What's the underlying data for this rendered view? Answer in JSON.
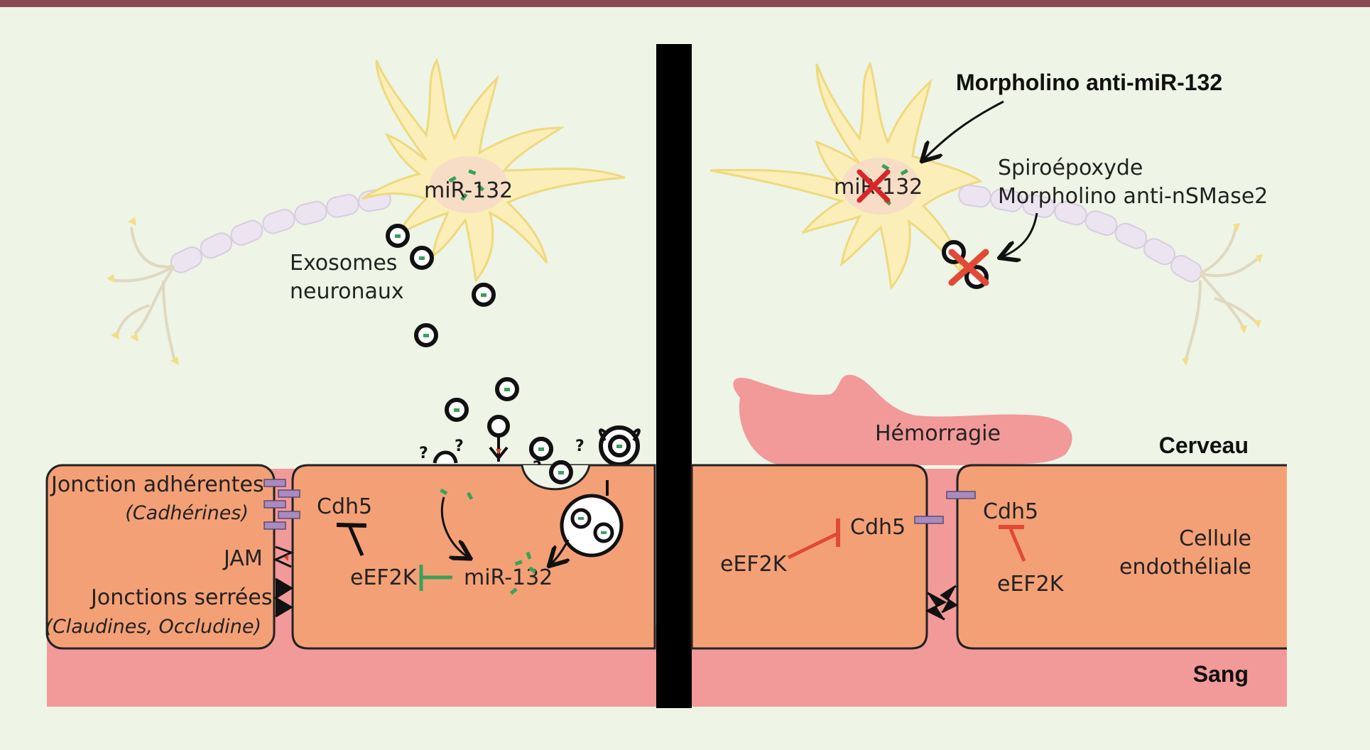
{
  "left_panel": {
    "neuron_mirna": "miR-132",
    "exosomes_line1": "Exosomes",
    "exosomes_line2": "neuronaux",
    "adherens_label": "Jonction adhérentes",
    "adherens_sub": "(Cadhérines)",
    "jam_label": "JAM",
    "tight_label": "Jonctions serrées",
    "tight_sub": "(Claudines, Occludine)",
    "cdh5": "Cdh5",
    "eef2k": "eEF2K",
    "mirna": "miR-132",
    "question_mark": "?"
  },
  "right_panel": {
    "morpholino_mir": "Morpholino anti-miR-132",
    "spiro_line1": "Spiroépoxyde",
    "spiro_line2": "Morpholino anti-nSMase2",
    "neuron_mirna": "miR-132",
    "hemorrhage": "Hémorragie",
    "cdh5_left": "Cdh5",
    "eef2k_left": "eEF2K",
    "cdh5_right": "Cdh5",
    "eef2k_right": "eEF2K",
    "cell_line1": "Cellule",
    "cell_line2": "endothéliale",
    "brain": "Cerveau",
    "blood": "Sang"
  },
  "colors": {
    "frame_bar": "#8b4a52",
    "background": "#eef4e6",
    "blood": "#f2999a",
    "cell": "#f4a076",
    "neuron": "#fbeeb8",
    "axon": "#ece4f0",
    "mirna": "#3aa15a",
    "junction": "#a98bc0",
    "red_inhibition": "#e04a36",
    "divider": "#000000"
  }
}
